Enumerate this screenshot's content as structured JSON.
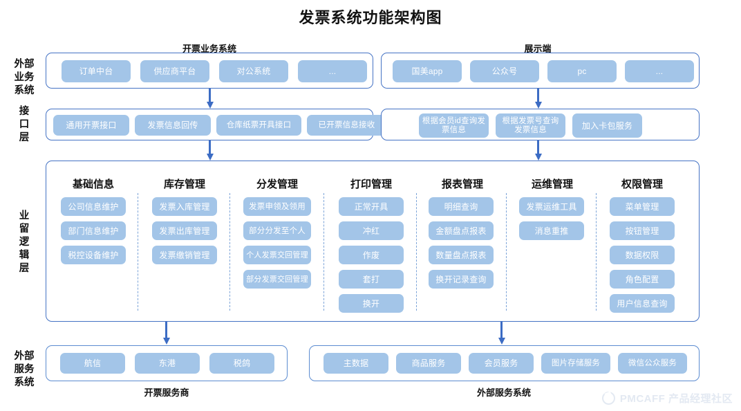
{
  "title": "发票系统功能架构图",
  "layer_labels": [
    {
      "name": "external-business-systems",
      "lines": [
        "外部",
        "业务",
        "系统"
      ]
    },
    {
      "name": "interface-layer",
      "lines": [
        "接",
        "口",
        "层"
      ]
    },
    {
      "name": "business-logic-layer",
      "lines": [
        "业",
        "留",
        "逻",
        "辑",
        "层"
      ]
    },
    {
      "name": "external-service-systems",
      "lines": [
        "外部",
        "服务",
        "系统"
      ]
    }
  ],
  "top_row": {
    "groups": [
      {
        "caption": "开票业务系统",
        "items": [
          "订单中台",
          "供应商平台",
          "对公系统",
          "..."
        ]
      },
      {
        "caption": "展示端",
        "items": [
          "国美app",
          "公众号",
          "pc",
          "..."
        ]
      }
    ]
  },
  "interface_row": {
    "groups": [
      {
        "items": [
          "通用开票接口",
          "发票信息回传",
          "仓库纸票开具接口",
          "已开票信息接收"
        ]
      },
      {
        "items": [
          "根据会员id查询发票信息",
          "根据发票号查询发票信息",
          "加入卡包服务"
        ]
      }
    ]
  },
  "business_layer": {
    "columns": [
      {
        "title": "基础信息",
        "items": [
          "公司信息维护",
          "部门信息维护",
          "税控设备维护"
        ]
      },
      {
        "title": "库存管理",
        "items": [
          "发票入库管理",
          "发票出库管理",
          "发票缴销管理"
        ]
      },
      {
        "title": "分发管理",
        "items": [
          "发票申领及领用",
          "部分分发至个人",
          "个人发票交回管理",
          "部分发票交回管理"
        ]
      },
      {
        "title": "打印管理",
        "items": [
          "正常开具",
          "冲红",
          "作废",
          "套打",
          "换开"
        ]
      },
      {
        "title": "报表管理",
        "items": [
          "明细查询",
          "金额盘点报表",
          "数量盘点报表",
          "换开记录查询"
        ]
      },
      {
        "title": "运维管理",
        "items": [
          "发票运维工具",
          "消息重推"
        ]
      },
      {
        "title": "权限管理",
        "items": [
          "菜单管理",
          "按钮管理",
          "数据权限",
          "角色配置",
          "用户信息查询"
        ]
      }
    ]
  },
  "bottom_row": {
    "groups": [
      {
        "caption": "开票服务商",
        "items": [
          "航信",
          "东港",
          "税鸽"
        ]
      },
      {
        "caption": "外部服务系统",
        "items": [
          "主数据",
          "商品服务",
          "会员服务",
          "图片存储服务",
          "微信公众服务"
        ]
      }
    ]
  },
  "watermark": "PMCAFF 产品经理社区",
  "colors": {
    "chip_fill": "#a3c5e8",
    "box_border": "#4472c4",
    "arrow": "#3c6cc4",
    "separator": "#7ba3d8",
    "watermark": "#e3e9f2"
  }
}
